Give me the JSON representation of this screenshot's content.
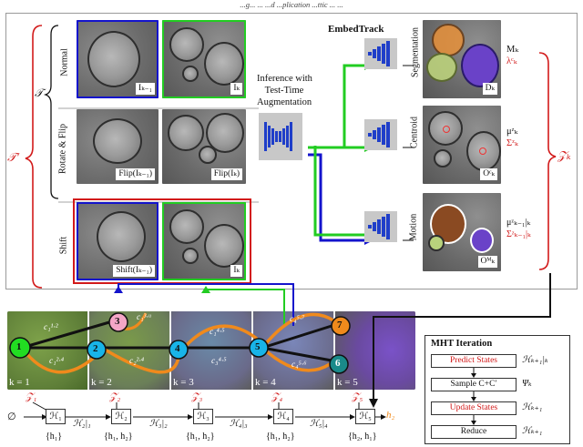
{
  "header": {
    "text": "...g... ... ...d ...plication ...ttic ... ..."
  },
  "outer_labels": {
    "T_prime": "𝒯′",
    "T": "𝒯",
    "Z_k": "𝒵ₖ",
    "rows": [
      "Normal",
      "Rotate & Flip",
      "Shift"
    ]
  },
  "tiles": {
    "r1a": "Iₖ₋₁",
    "r1b": "Iₖ",
    "r2a": "Flip(Iₖ₋₁)",
    "r2b": "Flip(Iₖ)",
    "r3a": "Shift(Iₖ₋₁)",
    "r3b": "Iₖ"
  },
  "inference_text": [
    "Inference with",
    "Test-Time",
    "Augmentation"
  ],
  "embedtrack": {
    "title": "EmbedTrack"
  },
  "outputs": [
    {
      "name": "Segmentation",
      "line1": "Mₖ",
      "line2": "λᶜₖ",
      "label": "Dₖ"
    },
    {
      "name": "Centroid",
      "line1": "μᶻₖ",
      "line2": "Σᶻₖ",
      "label": "Oᶜₖ"
    },
    {
      "name": "Motion",
      "line1": "μᶻₖ₋₁|ₖ",
      "line2": "Σᶻₖ₋₁|ₖ",
      "label": "Oᴹₖ"
    }
  ],
  "sequence": {
    "frames": [
      "k = 1",
      "k = 2",
      "k = 3",
      "k = 4",
      "k = 5"
    ],
    "nodes": [
      "1",
      "2",
      "3",
      "4",
      "5",
      "6",
      "7"
    ],
    "costs": [
      "c₁¹·²",
      "c₁³·ᵘ",
      "c₂²·⁴",
      "c₁²·⁴",
      "c₃⁴·⁵",
      "c₁⁴·⁵",
      "c₄⁵·⁷",
      "c₄⁵·⁶"
    ]
  },
  "timeline": {
    "z": [
      "𝒵₁",
      "𝒵₂",
      "𝒵₃",
      "𝒵₄",
      "𝒵₅"
    ],
    "h": [
      "ℋ₁",
      "ℋ₂",
      "ℋ₃",
      "ℋ₄",
      "ℋ₅"
    ],
    "trans": [
      "ℋ₂|₁",
      "ℋ₃|₂",
      "ℋ₄|₃",
      "ℋ₅|₄"
    ],
    "sets": [
      "{h₁}",
      "{h₁, h₂}",
      "{h₁, h₂}",
      "{h₁, h₂}",
      "{h₂, h₁}"
    ],
    "empty": "∅",
    "out": "h₂"
  },
  "mht": {
    "title": "MHT Iteration",
    "steps": [
      {
        "label": "Predict States",
        "red": true,
        "right": "ℋₖ₊₁|ₖ"
      },
      {
        "label": "Sample C+C′",
        "red": false,
        "right": "Ψₖ"
      },
      {
        "label": "Update States",
        "red": true,
        "right": "ℋₖ₊₁"
      },
      {
        "label": "Reduce",
        "red": false,
        "right": "ℋₖ₊₁"
      }
    ]
  },
  "colors": {
    "blue": "#1414cc",
    "green": "#22cc22",
    "red": "#d21a1a",
    "orange": "#f08a1c"
  }
}
